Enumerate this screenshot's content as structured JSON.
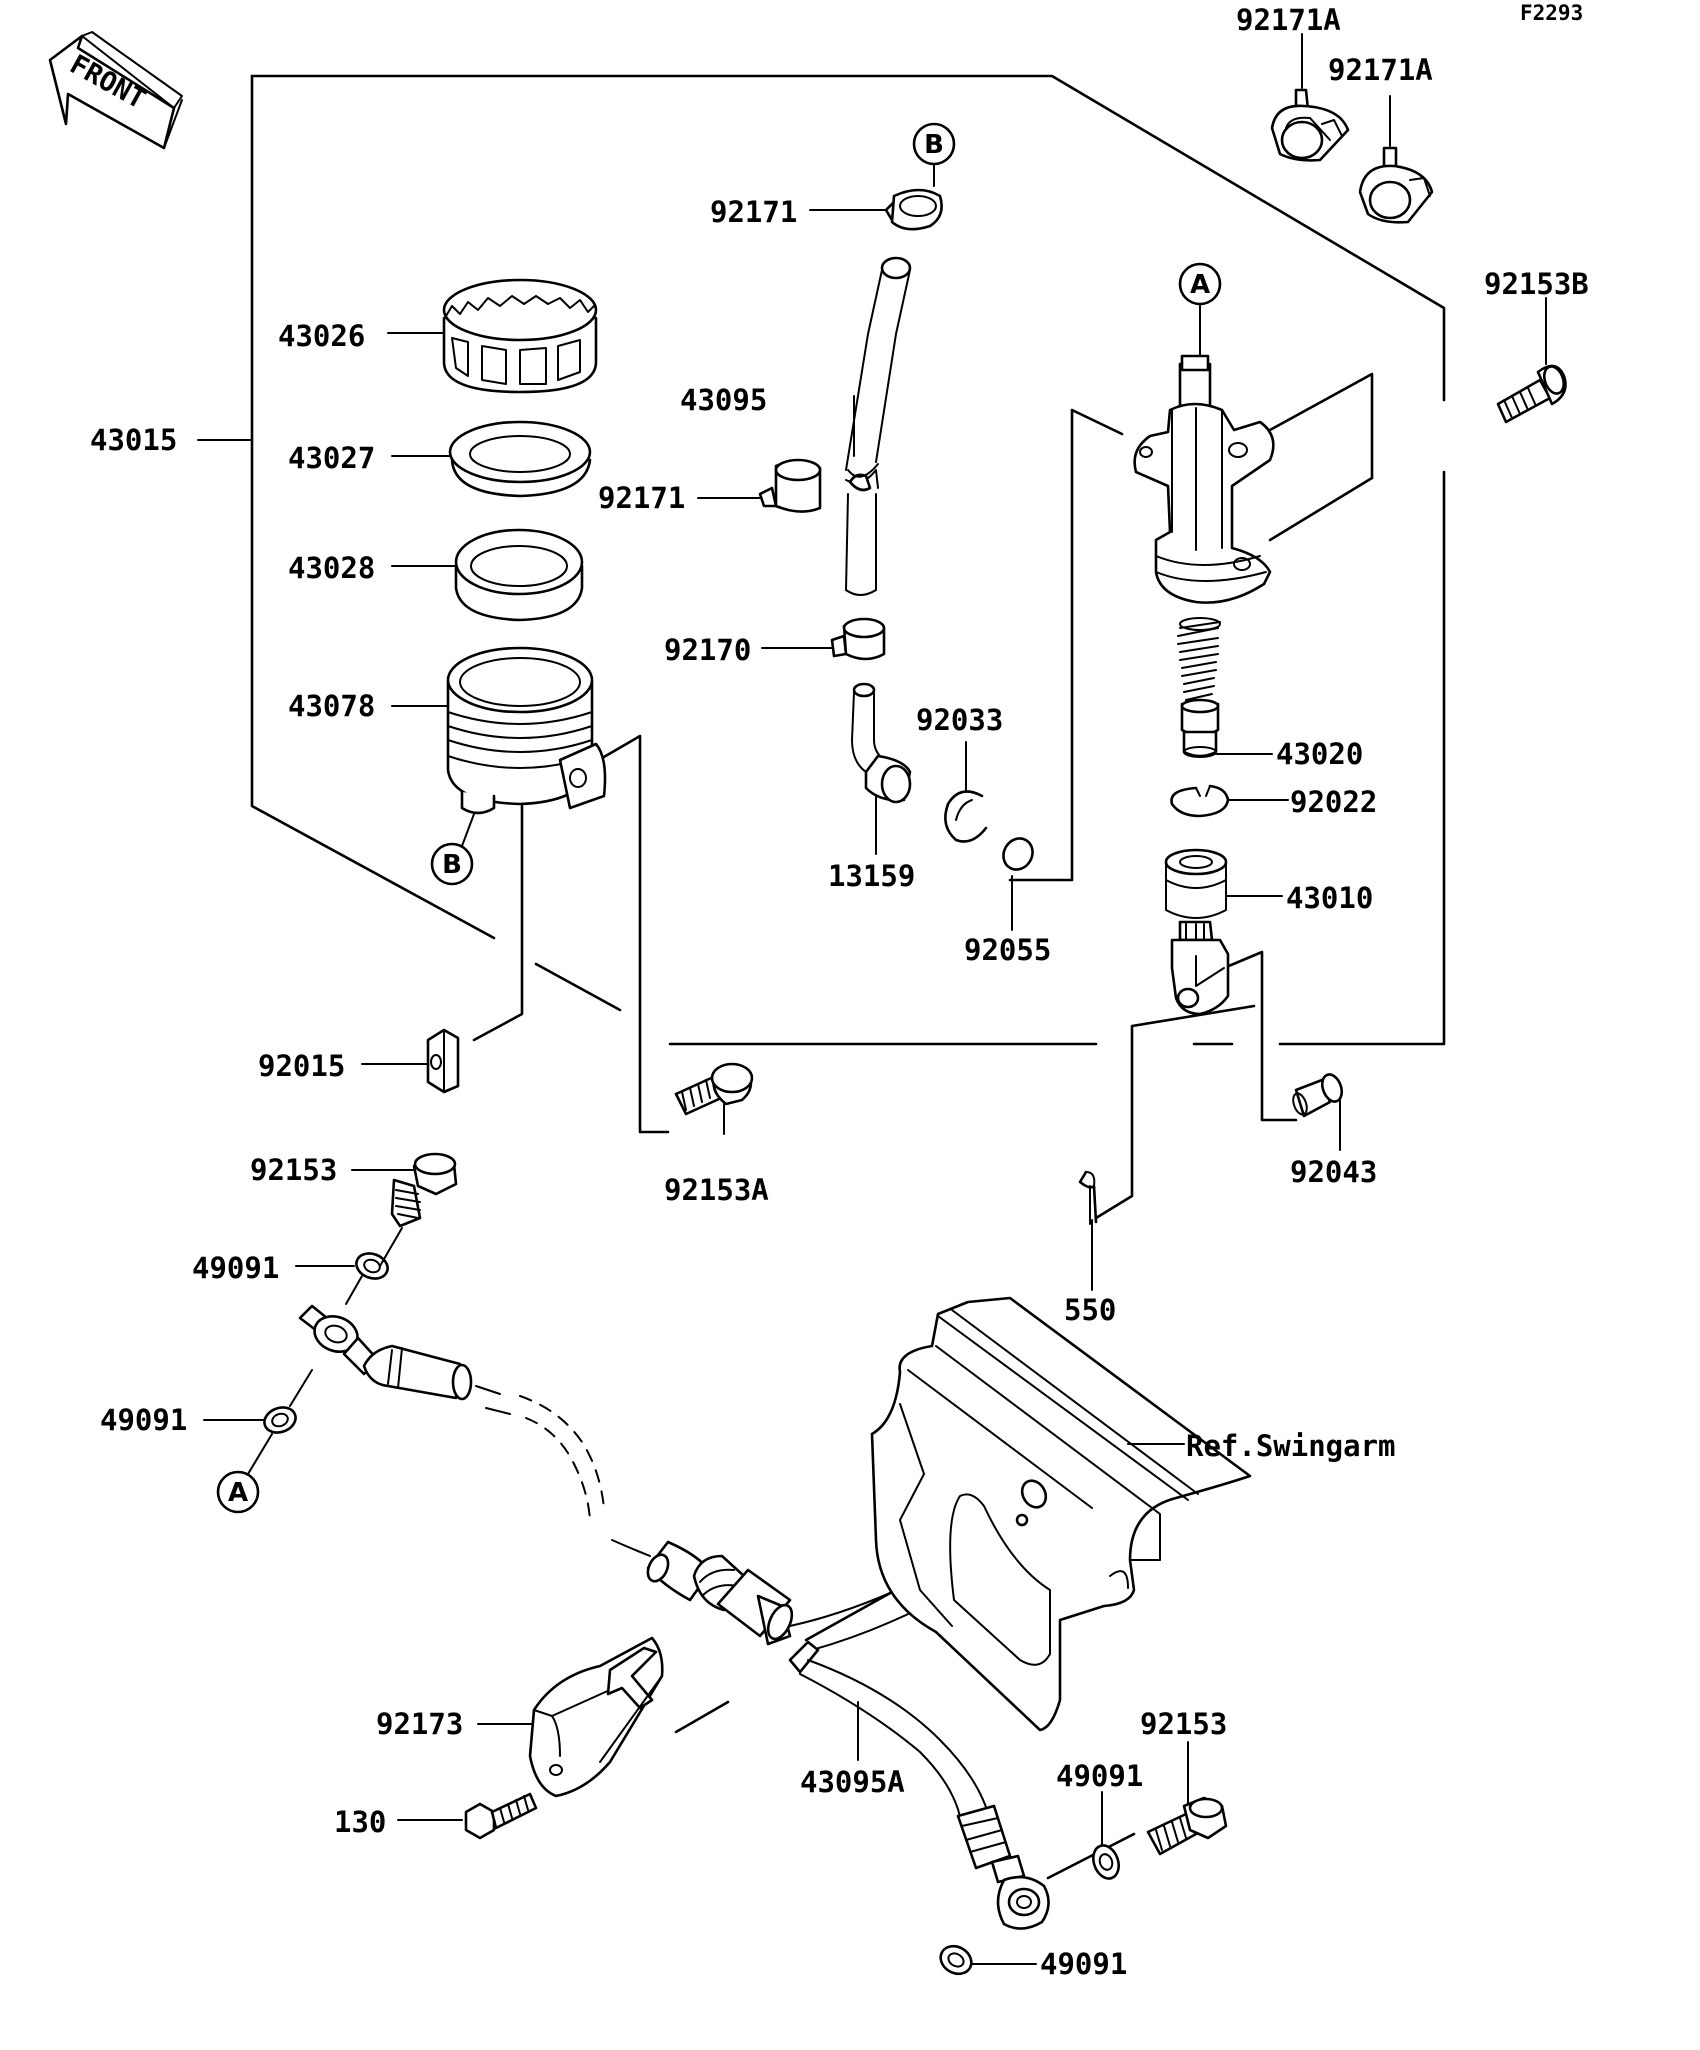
{
  "diagram_code": "F2293",
  "front_label": "FRONT",
  "ref_label": "Ref.Swingarm",
  "callouts": {
    "A": "A",
    "B": "B"
  },
  "parts": {
    "p43015": "43015",
    "p43026": "43026",
    "p43027": "43027",
    "p43028": "43028",
    "p43078": "43078",
    "p92015": "92015",
    "p92153A": "92153A",
    "p92153_top": "92153",
    "p49091_a": "49091",
    "p49091_b": "49091",
    "p92171_top": "92171",
    "p43095": "43095",
    "p92171_mid": "92171",
    "p92170": "92170",
    "p92033": "92033",
    "p13159": "13159",
    "p92055": "92055",
    "p92171A_1": "92171A",
    "p92171A_2": "92171A",
    "p92153B": "92153B",
    "p43020": "43020",
    "p92022": "92022",
    "p43010": "43010",
    "p92043": "92043",
    "p550": "550",
    "p92173": "92173",
    "p130": "130",
    "p43095A": "43095A",
    "p49091_c": "49091",
    "p92153_bot": "92153",
    "p49091_d": "49091"
  }
}
